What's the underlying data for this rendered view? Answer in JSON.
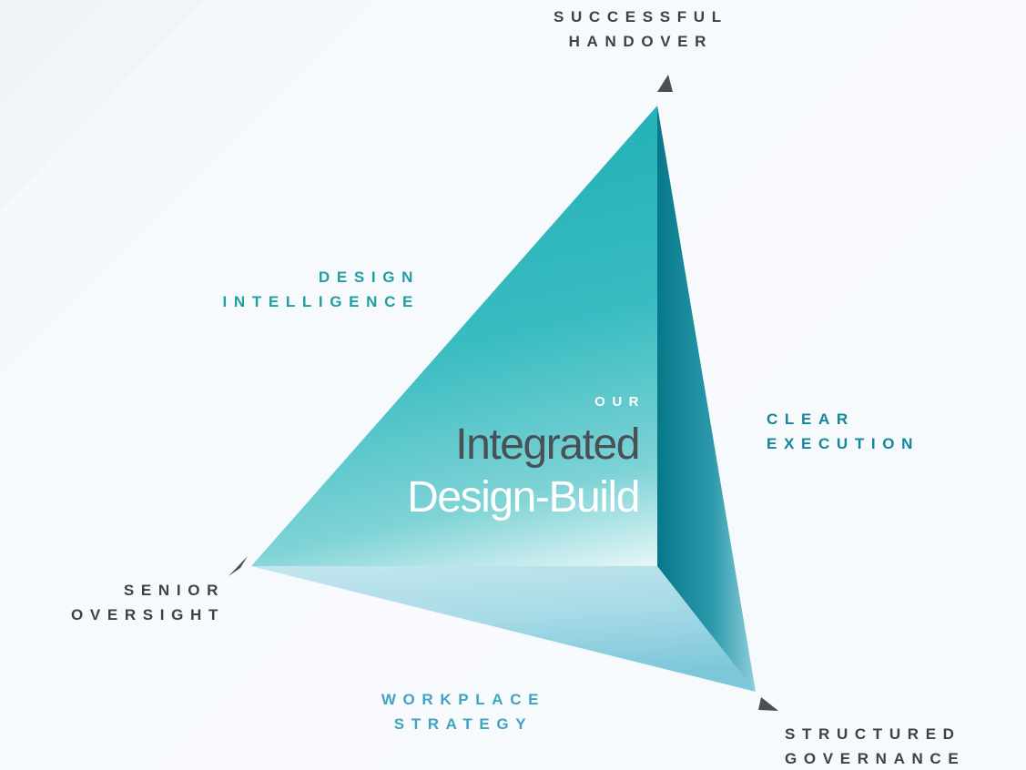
{
  "center": {
    "eyebrow": "OUR",
    "title_line1": "Integrated",
    "title_line2": "Design-Build"
  },
  "labels": {
    "top": [
      "SUCCESSFUL",
      "HANDOVER"
    ],
    "left_upper": [
      "DESIGN",
      "INTELLIGENCE"
    ],
    "right": [
      "CLEAR",
      "EXECUTION"
    ],
    "left_lower": [
      "SENIOR",
      "OVERSIGHT"
    ],
    "bottom": [
      "WORKPLACE",
      "STRATEGY"
    ],
    "bottom_right": [
      "STRUCTURED",
      "GOVERNANCE"
    ]
  },
  "colors": {
    "background": "#f5f9fb",
    "teal_face": "#2bb5bb",
    "deep_teal": "#0b7f8d",
    "light_blue": "#9fd6e4",
    "arrow": "#4a4f52",
    "dark_text": "#3c4348",
    "teal_text": "#1d9fa4",
    "blue_text": "#3ea4c0",
    "deep_text": "#15869a"
  }
}
